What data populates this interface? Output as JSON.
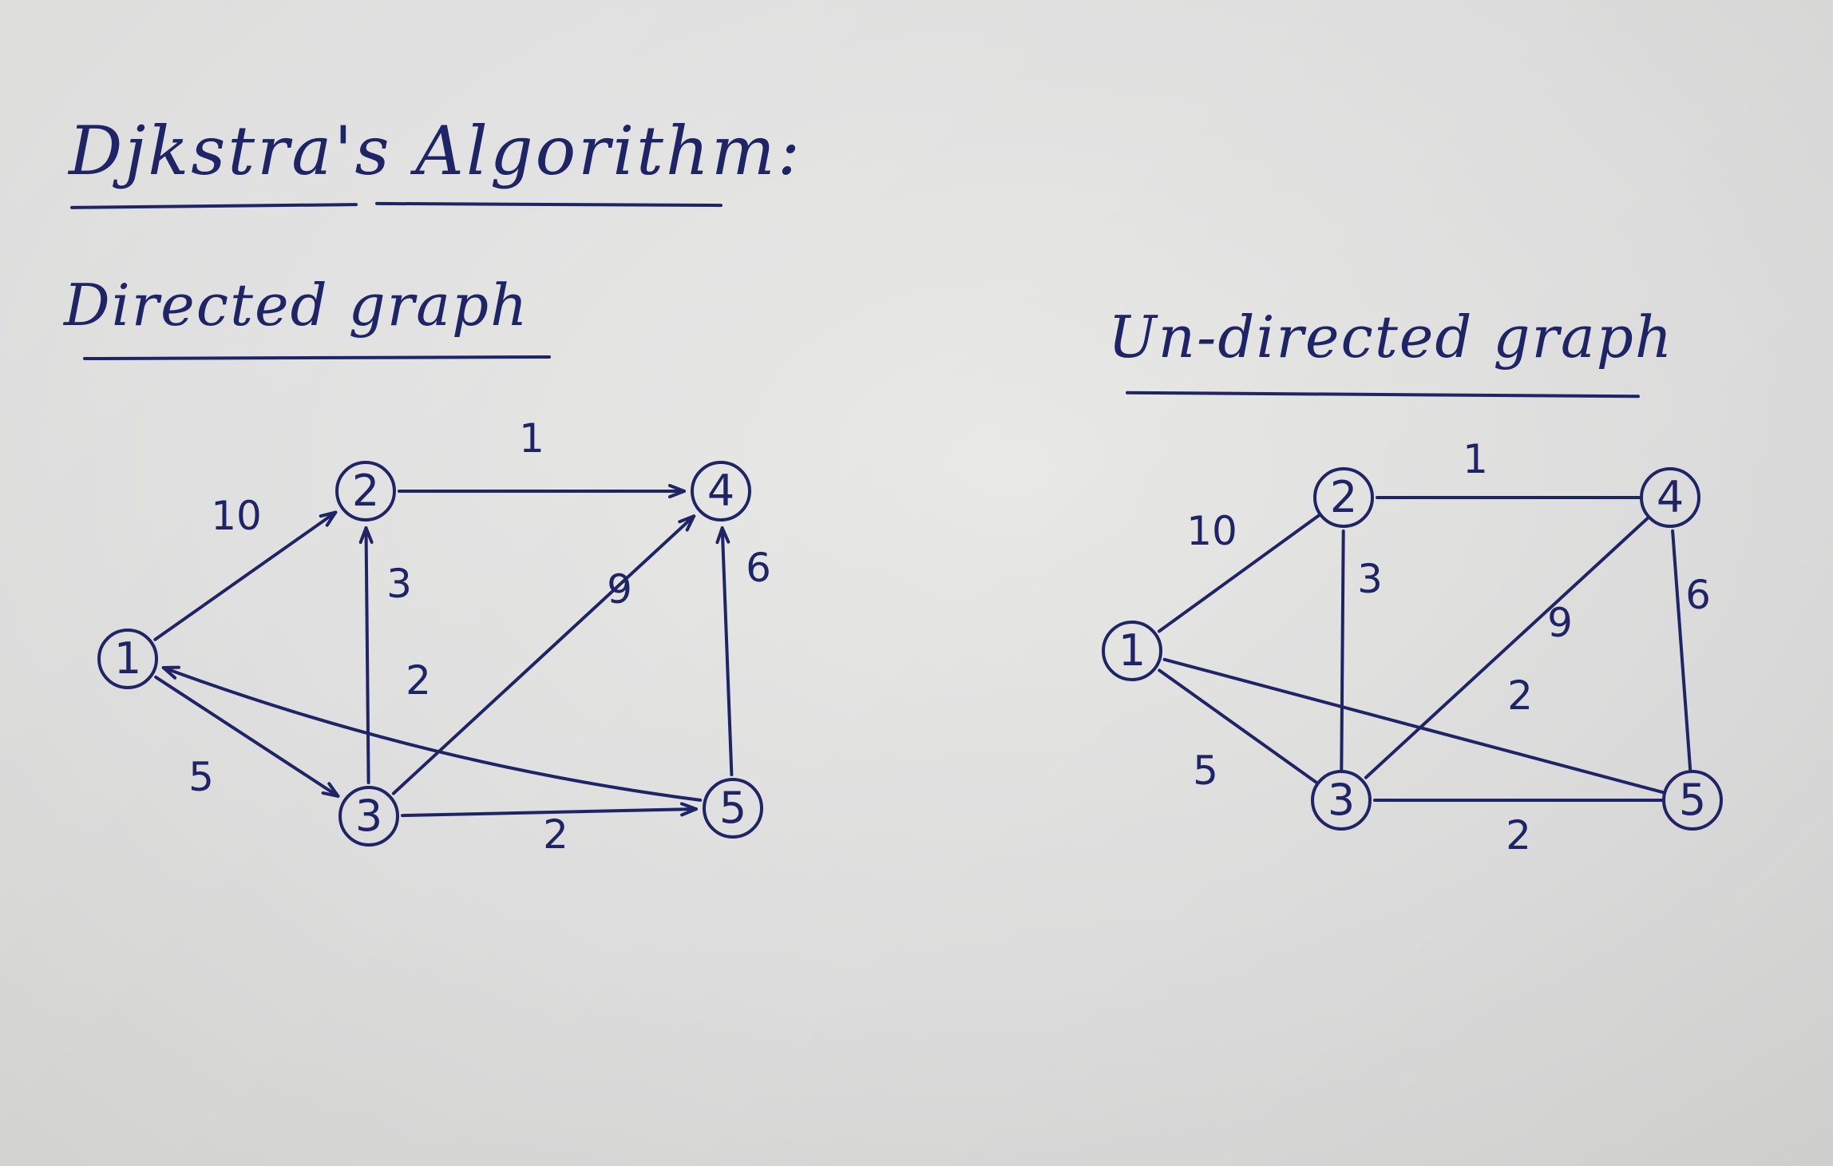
{
  "title": "Djkstra's Algorithm:",
  "directed": {
    "title": "Directed graph",
    "nodes": [
      {
        "id": "1",
        "label": "1"
      },
      {
        "id": "2",
        "label": "2"
      },
      {
        "id": "3",
        "label": "3"
      },
      {
        "id": "4",
        "label": "4"
      },
      {
        "id": "5",
        "label": "5"
      }
    ],
    "edges": [
      {
        "from": "1",
        "to": "2",
        "weight": "10"
      },
      {
        "from": "1",
        "to": "3",
        "weight": "5"
      },
      {
        "from": "2",
        "to": "4",
        "weight": "1"
      },
      {
        "from": "3",
        "to": "2",
        "weight": "3"
      },
      {
        "from": "3",
        "to": "4",
        "weight": "9"
      },
      {
        "from": "3",
        "to": "5",
        "weight": "2"
      },
      {
        "from": "5",
        "to": "4",
        "weight": "6"
      },
      {
        "from": "5",
        "to": "1",
        "weight": "2"
      }
    ]
  },
  "undirected": {
    "title": "Un-directed graph",
    "nodes": [
      {
        "id": "1",
        "label": "1"
      },
      {
        "id": "2",
        "label": "2"
      },
      {
        "id": "3",
        "label": "3"
      },
      {
        "id": "4",
        "label": "4"
      },
      {
        "id": "5",
        "label": "5"
      }
    ],
    "edges": [
      {
        "from": "1",
        "to": "2",
        "weight": "10"
      },
      {
        "from": "1",
        "to": "3",
        "weight": "5"
      },
      {
        "from": "2",
        "to": "4",
        "weight": "1"
      },
      {
        "from": "2",
        "to": "3",
        "weight": "3"
      },
      {
        "from": "3",
        "to": "4",
        "weight": "9"
      },
      {
        "from": "3",
        "to": "5",
        "weight": "2"
      },
      {
        "from": "4",
        "to": "5",
        "weight": "6"
      },
      {
        "from": "1",
        "to": "5",
        "weight": "2"
      }
    ]
  },
  "colors": {
    "ink": "#1f2466",
    "paper": "#e2e2e0"
  }
}
